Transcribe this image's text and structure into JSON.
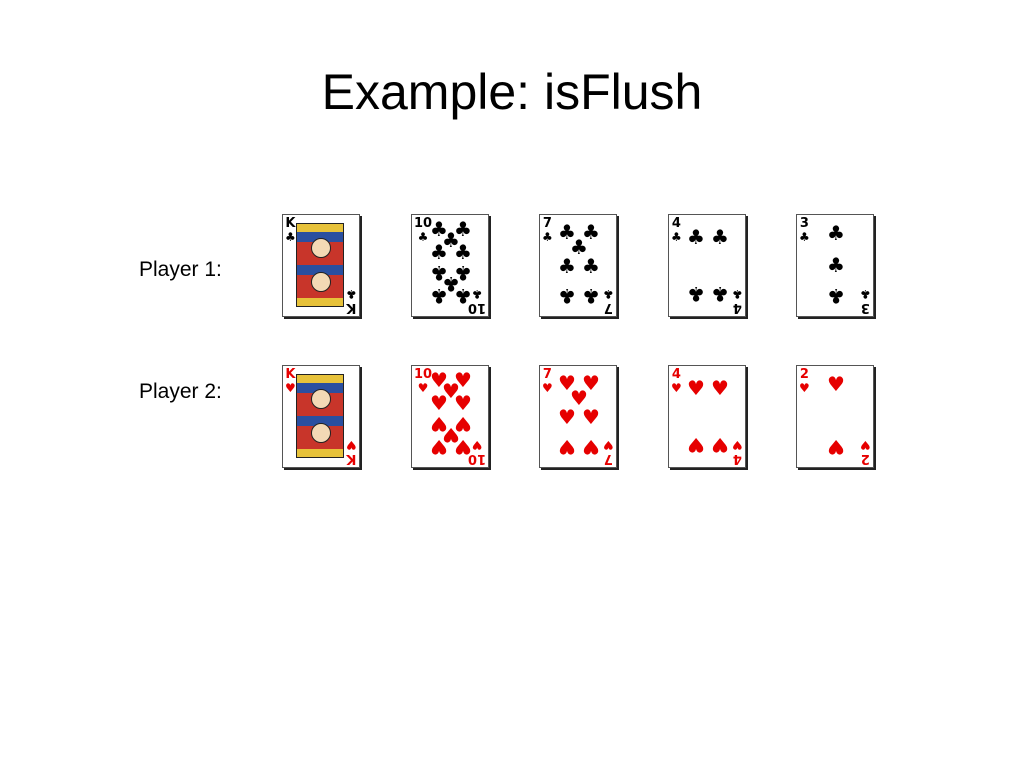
{
  "slide": {
    "title": "Example: isFlush"
  },
  "colors": {
    "clubs": "#000000",
    "hearts": "#e60000"
  },
  "players": [
    {
      "label": "Player 1:",
      "cards": [
        {
          "rank": "K",
          "suit": "clubs",
          "symbol": "♣"
        },
        {
          "rank": "10",
          "suit": "clubs",
          "symbol": "♣"
        },
        {
          "rank": "7",
          "suit": "clubs",
          "symbol": "♣"
        },
        {
          "rank": "4",
          "suit": "clubs",
          "symbol": "♣"
        },
        {
          "rank": "3",
          "suit": "clubs",
          "symbol": "♣"
        }
      ]
    },
    {
      "label": "Player 2:",
      "cards": [
        {
          "rank": "K",
          "suit": "hearts",
          "symbol": "♥"
        },
        {
          "rank": "10",
          "suit": "hearts",
          "symbol": "♥"
        },
        {
          "rank": "7",
          "suit": "hearts",
          "symbol": "♥"
        },
        {
          "rank": "4",
          "suit": "hearts",
          "symbol": "♥"
        },
        {
          "rank": "2",
          "suit": "hearts",
          "symbol": "♥"
        }
      ]
    }
  ]
}
